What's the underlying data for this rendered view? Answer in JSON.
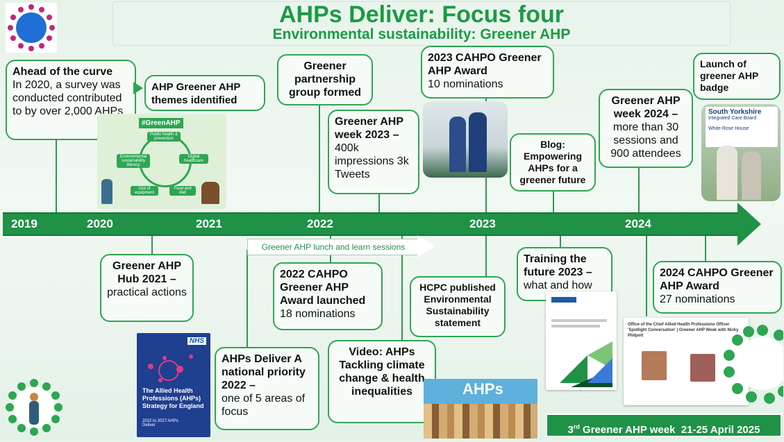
{
  "header": {
    "title": "AHPs Deliver: Focus four",
    "subtitle": "Environmental sustainability: Greener AHP"
  },
  "timeline": {
    "years": [
      "2019",
      "2020",
      "2021",
      "2022",
      "2023",
      "2024"
    ],
    "lunch_label": "Greener AHP lunch and learn sessions"
  },
  "events": {
    "ahead": {
      "title": "Ahead of the curve",
      "text": "In 2020, a survey was conducted contributed to by over 2,000 AHPs"
    },
    "themes": {
      "title": "AHP Greener AHP themes identified"
    },
    "hub": {
      "title": "Greener AHP Hub 2021 –",
      "text": "practical actions"
    },
    "partnership": {
      "title": "Greener partnership group formed"
    },
    "week2023": {
      "title": "Greener AHP week 2023 –",
      "text": "400k impressions 3k Tweets"
    },
    "award2022": {
      "title": "2022 CAHPO Greener AHP Award launched",
      "text": "18 nominations"
    },
    "priority": {
      "title": "AHPs Deliver A national priority 2022 –",
      "text": "one of 5 areas of focus"
    },
    "video": {
      "title": "Video: AHPs Tackling climate change & health inequalities"
    },
    "award2023": {
      "title": "2023 CAHPO Greener AHP Award",
      "text": "10 nominations"
    },
    "hcpc": {
      "title": "HCPC published Environmental Sustainability statement"
    },
    "blog": {
      "title": "Blog: Empowering AHPs for a greener future"
    },
    "training": {
      "title": "Training the future 2023 –",
      "text": "what and how"
    },
    "week2024": {
      "title": "Greener AHP week 2024 –",
      "text": "more than 30 sessions and 900 attendees"
    },
    "badge": {
      "title": "Launch of greener AHP badge"
    },
    "award2024": {
      "title": "2024 CAHPO Greener AHP Award",
      "text": "27 nominations"
    }
  },
  "images": {
    "green_graphic": {
      "tag": "#GreenAHP",
      "labels": [
        "Public health & prevention",
        "Environmental sustainability literacy",
        "Digital healthcare",
        "Use of equipment",
        "Food and diet"
      ]
    },
    "nhs_doc": {
      "logo": "NHS",
      "title": "The Allied Health Professions (AHPs) Strategy for England",
      "sub": "2022 to 2027 AHPs Deliver"
    },
    "sign": {
      "line1": "South Yorkshire",
      "line2": "Integrated Care Board",
      "line3": "White Rose House"
    },
    "video_banner": {
      "text": "AHPs"
    },
    "spotlight": {
      "text": "Office of the Chief Allied Health Professions Officer 'Spotlight Conversation' | Greener AHP Week with Nicky Philpott"
    }
  },
  "footer": {
    "text_prefix": "3",
    "ordinal": "rd",
    "text": " Greener AHP week  21-25 April 2025"
  }
}
